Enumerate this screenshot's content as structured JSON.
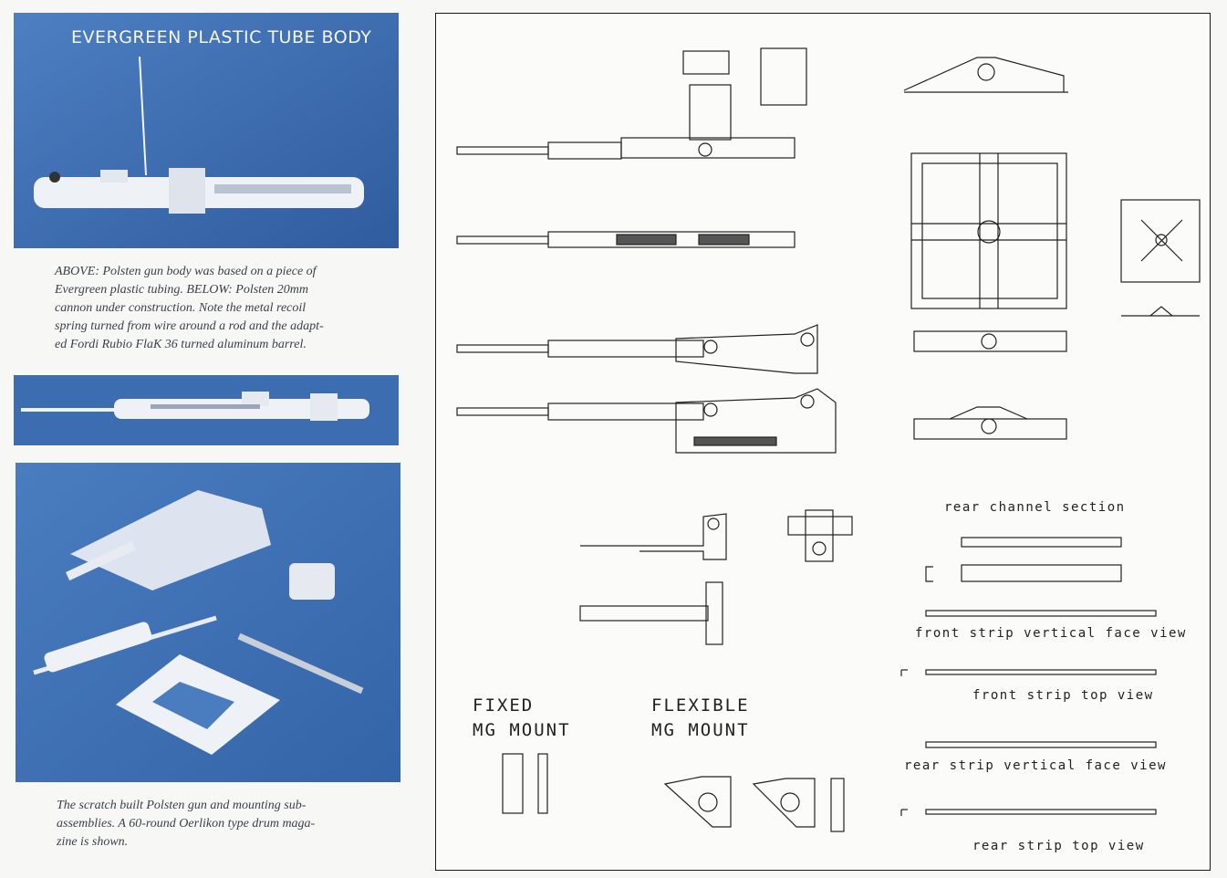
{
  "photos": {
    "top_title": "EVERGREEN PLASTIC TUBE BODY"
  },
  "caption1": {
    "lines": [
      "ABOVE: Polsten gun body was based on a piece of",
      "Evergreen plastic tubing. BELOW: Polsten 20mm",
      "cannon under construction. Note the metal recoil",
      "spring turned from wire around a rod and the adapt-",
      "ed Fordi Rubio FlaK 36 turned aluminum barrel."
    ]
  },
  "caption2": {
    "lines": [
      "The scratch built Polsten gun and mounting sub-",
      "assemblies. A 60-round Oerlikon type drum maga-",
      "zine is shown."
    ]
  },
  "drawing": {
    "fixed_mount": [
      "FIXED",
      "MG MOUNT"
    ],
    "flexible_mount": [
      "FLEXIBLE",
      "MG MOUNT"
    ],
    "rear_channel_section": "rear channel section",
    "front_strip_vertical": "front strip vertical face view",
    "front_strip_top": "front strip top view",
    "rear_strip_vertical": "rear strip vertical face view",
    "rear_strip_top": "rear strip top view"
  },
  "colors": {
    "photo_blue": "#3f6fb3",
    "model_white": "#eef1f6",
    "line": "#222222"
  }
}
